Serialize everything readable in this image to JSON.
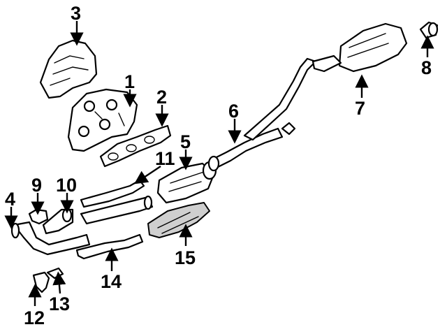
{
  "callouts": [
    {
      "id": "3",
      "label": "3"
    },
    {
      "id": "1",
      "label": "1"
    },
    {
      "id": "2",
      "label": "2"
    },
    {
      "id": "5",
      "label": "5"
    },
    {
      "id": "6",
      "label": "6"
    },
    {
      "id": "7",
      "label": "7"
    },
    {
      "id": "8",
      "label": "8"
    },
    {
      "id": "11",
      "label": "11"
    },
    {
      "id": "4",
      "label": "4"
    },
    {
      "id": "9",
      "label": "9"
    },
    {
      "id": "10",
      "label": "10"
    },
    {
      "id": "15",
      "label": "15"
    },
    {
      "id": "14",
      "label": "14"
    },
    {
      "id": "12",
      "label": "12"
    },
    {
      "id": "13",
      "label": "13"
    }
  ]
}
